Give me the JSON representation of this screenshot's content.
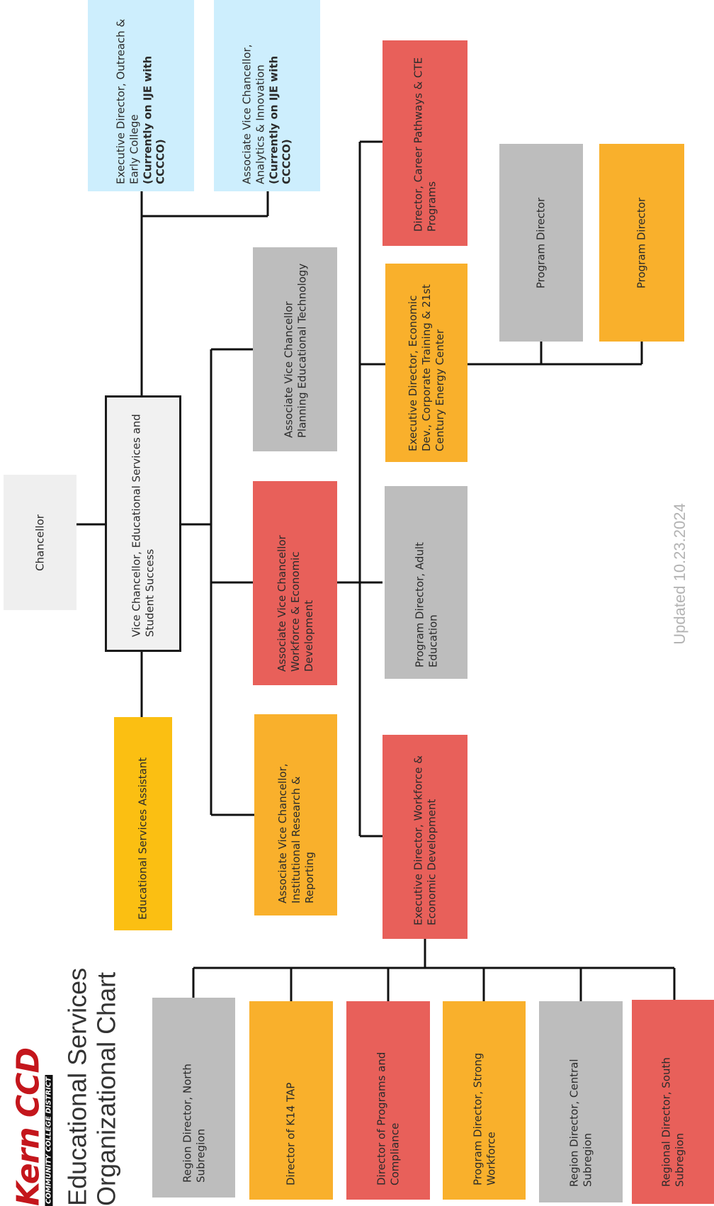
{
  "title": {
    "logo_main": "Kern CCD",
    "logo_sub": "COMMUNITY COLLEGE DISTRICT",
    "line1": "Educational Services",
    "line2": "Organizational Chart"
  },
  "updated": "Updated 10.23.2024",
  "nodes": {
    "chancellor": "Chancellor",
    "vice_chancellor": "Vice Chancellor, Educational Services and Student Success",
    "ed_services_assistant": "Educational Services Assistant",
    "exec_dir_outreach": "Executive Director, Outreach & Early College",
    "exec_dir_outreach_note": "(Currently on IJE with CCCCO)",
    "avc_analytics": "Associate Vice Chancellor, Analytics & Innovation",
    "avc_analytics_note": "(Currently on IJE with CCCCO)",
    "avc_planning": "Associate Vice Chancellor Planning Educational Technology",
    "avc_workforce": "Associate Vice Chancellor Workforce & Economic Development",
    "avc_research": "Associate Vice Chancellor, Institutional Research & Reporting",
    "dir_career_pathways": "Director, Career Pathways & CTE Programs",
    "exec_dir_economic": "Executive Director, Economic Dev., Corporate Training & 21st Century Energy Center",
    "program_director_1": "Program Director",
    "program_director_2": "Program Director",
    "program_dir_adult": "Program Director, Adult Education",
    "exec_dir_workforce": "Executive Director, Workforce & Economic Development",
    "region_north": "Region Director, North Subregion",
    "dir_k14": "Director of K14 TAP",
    "dir_programs_compliance": "Director of Programs and Compliance",
    "program_dir_strong": "Program Director, Strong Workforce",
    "region_central": "Region Director, Central Subregion",
    "regional_south": "Regional Director, South Subregion"
  },
  "colors": {
    "red": "#e8605a",
    "orange": "#f9b02c",
    "yellow": "#fbbf12",
    "gray": "#bdbdbd",
    "light_blue": "#cdeefd",
    "logo_red": "#c4161c"
  }
}
